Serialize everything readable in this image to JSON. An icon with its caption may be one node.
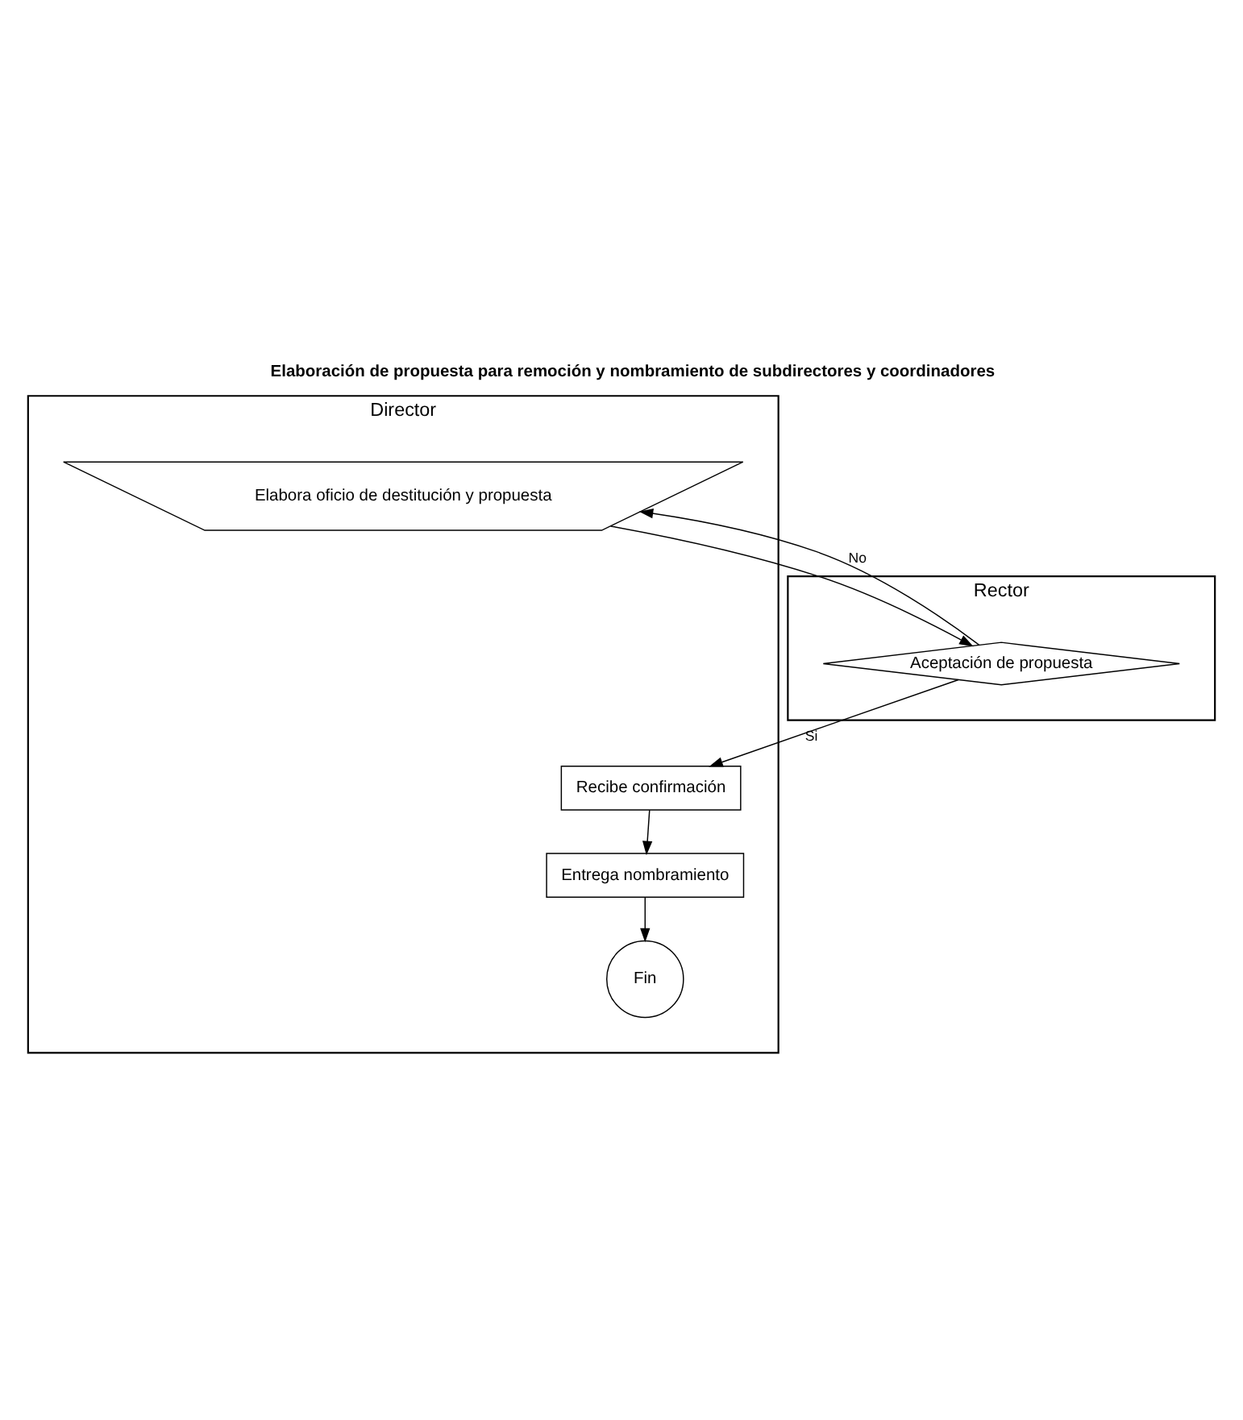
{
  "diagram": {
    "title": "Elaboración de propuesta para remoción y nombramiento de subdirectores y coordinadores",
    "nodes": [
      {
        "text": [
          "Director"
        ]
      },
      {
        "text": [
          "Rector"
        ]
      },
      {
        "text": [
          "Elabora oficio de destitución y propuesta"
        ],
        "in": 0
      },
      {
        "text": [
          "Aceptación de propuesta"
        ],
        "in": 1
      },
      {
        "text": [
          "Recibe confirmación"
        ],
        "in": 0
      },
      {
        "text": [
          "Entrega nombramiento"
        ],
        "in": 0
      },
      {
        "text": [
          "Fin"
        ],
        "in": 0
      }
    ],
    "edges": [
      {
        "from": 2,
        "to": 3,
        "arrow": "to"
      },
      {
        "from": 3,
        "to": 2,
        "arrow": "to",
        "label": "No"
      },
      {
        "from": 3,
        "to": 4,
        "arrow": "to",
        "label": "Si"
      },
      {
        "from": 4,
        "to": 5,
        "arrow": "to"
      },
      {
        "from": 5,
        "to": 6,
        "arrow": "to"
      }
    ]
  }
}
